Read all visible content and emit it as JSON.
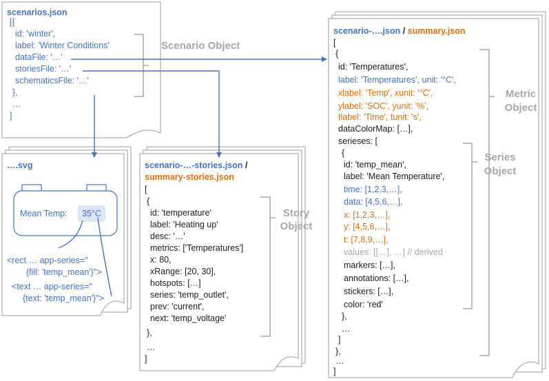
{
  "scenarios_doc": {
    "title": "scenarios.json",
    "lines": [
      "[{",
      "id: 'winter',",
      "label: 'Winter Conditions'",
      "dataFile: '…'",
      "storiesFile: '…'",
      "schematicsFile: '…'",
      "},",
      "…",
      "]"
    ],
    "bracket_label": "Scenario Object"
  },
  "svg_doc": {
    "title": "….svg",
    "mean_temp_label": "Mean Temp:",
    "mean_temp_value": "35°C",
    "lines": [
      "<rect … app-series=\"",
      "{fill: 'temp_mean'}\">",
      "<text … app-series=\"",
      "{text: 'temp_mean'}\">"
    ]
  },
  "stories_doc": {
    "title_blue": "scenario-…-stories.json",
    "title_sep": " /",
    "title_orange": "summary-stories.json",
    "lines": [
      "[",
      "{",
      "id: 'temperature'",
      "label: 'Heating up'",
      "desc: '…'",
      "metrics: ['Temperatures']",
      "x: 80,",
      "xRange: [20, 30],",
      "hotspots: […]",
      "series: 'temp_outlet',",
      "prev: 'current',",
      "next: 'temp_voltage'",
      "},",
      "…",
      "]"
    ],
    "bracket_label_1": "Story",
    "bracket_label_2": "Object"
  },
  "summary_doc": {
    "title_blue": "scenario-….json",
    "title_sep": " / ",
    "title_orange": "summary.json",
    "lines": [
      {
        "t": "[",
        "c": "black"
      },
      {
        "t": "{",
        "c": "black"
      },
      {
        "t": "id: 'Temperatures',",
        "c": "black"
      },
      {
        "t": "label: 'Temperatures', unit: '°C',",
        "c": "blue"
      },
      {
        "t": "xlabel: 'Temp', xunit: '°C',",
        "c": "orange"
      },
      {
        "t": "ylabel: 'SOC', yunit: '%',",
        "c": "orange"
      },
      {
        "t": "tlabel: 'Time', tunit: 's',",
        "c": "orange"
      },
      {
        "t": "dataColorMap: […],",
        "c": "black"
      },
      {
        "t": "serieses: [",
        "c": "black"
      },
      {
        "t": "{",
        "c": "black"
      },
      {
        "t": "id: 'temp_mean',",
        "c": "black"
      },
      {
        "t": "label: 'Mean Temperature',",
        "c": "black"
      },
      {
        "t": "time: [1,2,3,…],",
        "c": "blue"
      },
      {
        "t": "data: [4,5,6,…],",
        "c": "blue"
      },
      {
        "t": "x: [1,2,3,…],",
        "c": "orange"
      },
      {
        "t": "y: [4,5,6,…],",
        "c": "orange"
      },
      {
        "t": "t: [7,8,9,…],",
        "c": "orange"
      },
      {
        "t": "values: [[…], …] // derived",
        "c": "grey"
      },
      {
        "t": "markers: […],",
        "c": "black"
      },
      {
        "t": "annotations: […],",
        "c": "black"
      },
      {
        "t": "stickers: […],",
        "c": "black"
      },
      {
        "t": "color: 'red'",
        "c": "black"
      },
      {
        "t": "},",
        "c": "black"
      },
      {
        "t": "…",
        "c": "black"
      },
      {
        "t": "]",
        "c": "black"
      },
      {
        "t": "},",
        "c": "black"
      },
      {
        "t": "…",
        "c": "black"
      },
      {
        "t": "]",
        "c": "black"
      }
    ],
    "metric_label_1": "Metric",
    "metric_label_2": "Object",
    "series_label_1": "Series",
    "series_label_2": "Object"
  }
}
